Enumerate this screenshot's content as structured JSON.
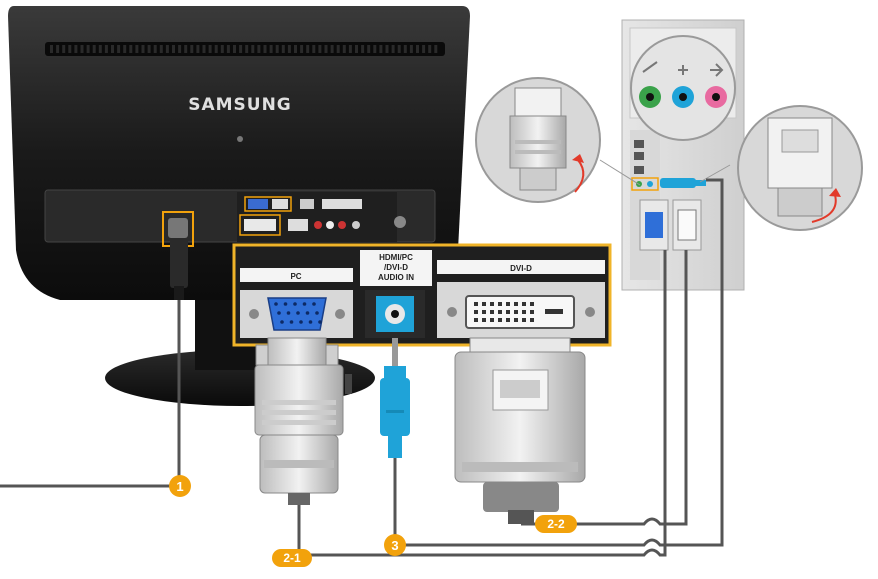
{
  "brand": {
    "name": "SAMSUNG"
  },
  "ports": {
    "pc": "PC",
    "audio_line1": "HDMI/PC",
    "audio_line2": "/DVI-D",
    "audio_line3": "AUDIO IN",
    "dvi": "DVI-D"
  },
  "callouts": {
    "power": "1",
    "pc_cable": "2-1",
    "dvi_cable": "2-2",
    "audio_cable": "3"
  },
  "colors": {
    "monitor_body": "#1c1c1c",
    "callout_orange": "#f2a20c",
    "vga_blue": "#2f6fd8",
    "audio_blue": "#1fa3d8",
    "cable": "#555555",
    "panel_frame": "#f0b429"
  }
}
